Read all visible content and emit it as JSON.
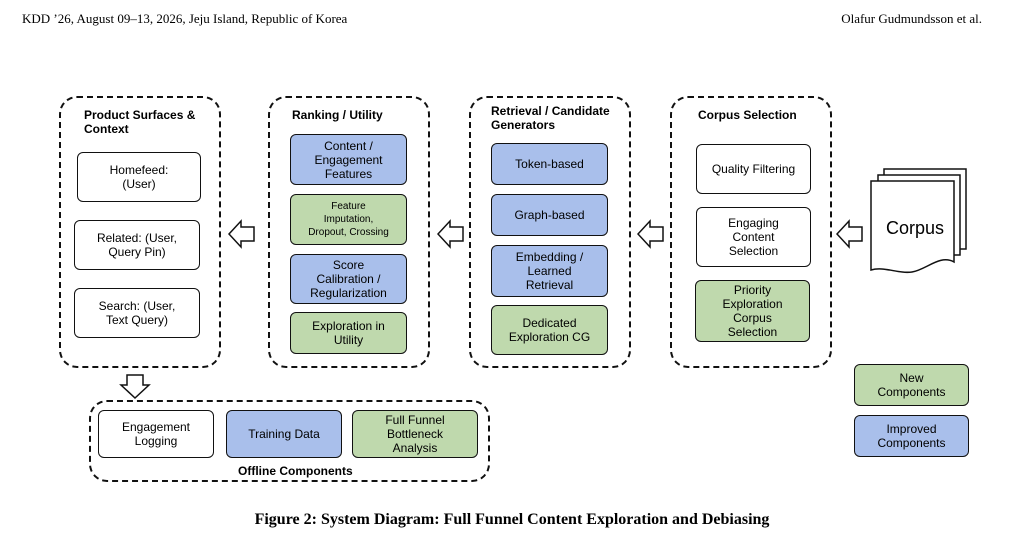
{
  "header": {
    "left": "KDD ’26, August 09–13, 2026, Jeju Island, Republic of Korea",
    "right": "Olafur Gudmundsson et al."
  },
  "colors": {
    "new": "#bfd9ad",
    "improved": "#a9bfeb",
    "default": "#ffffff"
  },
  "groups": {
    "product": {
      "title": "Product Surfaces &\nContext",
      "items": [
        "Homefeed:\n(User)",
        "Related: (User,\nQuery Pin)",
        "Search: (User,\nText Query)"
      ]
    },
    "ranking": {
      "title": "Ranking / Utility",
      "items": [
        "Content /\nEngagement\nFeatures",
        "Feature\nImputation,\nDropout, Crossing",
        "Score\nCalibration /\nRegularization",
        "Exploration in\nUtility"
      ]
    },
    "retrieval": {
      "title": "Retrieval / Candidate\nGenerators",
      "items": [
        "Token-based",
        "Graph-based",
        "Embedding /\nLearned\nRetrieval",
        "Dedicated\nExploration CG"
      ]
    },
    "corpus_selection": {
      "title": "Corpus Selection",
      "items": [
        "Quality Filtering",
        "Engaging\nContent\nSelection",
        "Priority\nExploration\nCorpus\nSelection"
      ]
    },
    "offline": {
      "title": "Offline Components",
      "items": [
        "Engagement\nLogging",
        "Training Data",
        "Full Funnel\nBottleneck\nAnalysis"
      ]
    }
  },
  "corpus": {
    "label": "Corpus"
  },
  "legend": {
    "new": "New\nComponents",
    "improved": "Improved\nComponents"
  },
  "caption": "Figure 2: System Diagram: Full Funnel Content Exploration and Debiasing"
}
